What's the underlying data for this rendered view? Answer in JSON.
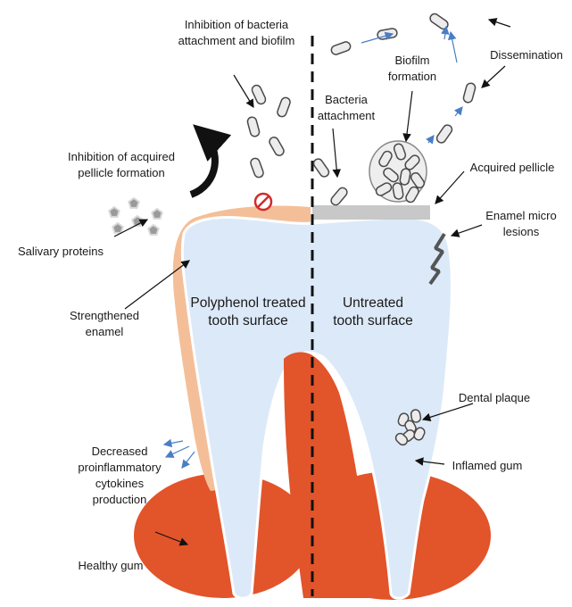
{
  "colors": {
    "tooth": "#dce9f8",
    "tooth_edge": "#ffffff",
    "enamel": "#f4bf98",
    "gum": "#e2542a",
    "pellicle": "#c8c8c8",
    "bacteria_fill": "#ececec",
    "bacteria_stroke": "#4a4a4a",
    "arrow_blue": "#4a7ec4",
    "inhibit_red": "#d22a2a",
    "divider": "#111111"
  },
  "icons": {
    "inhibition": "no-entry-icon",
    "protein": "pentagon-icon",
    "bacterium": "rod-bacterium-icon",
    "lesion": "crack-icon"
  },
  "labels": {
    "inhibition_biofilm": [
      "Inhibition of bacteria",
      "attachment and biofilm"
    ],
    "inhibition_pellicle": [
      "Inhibition of acquired",
      "pellicle formation"
    ],
    "salivary_proteins": [
      "Salivary proteins"
    ],
    "strengthened_enamel": [
      "Strengthened",
      "enamel"
    ],
    "polyphenol_surface": [
      "Polyphenol treated",
      "tooth surface"
    ],
    "untreated_surface": [
      "Untreated",
      "tooth surface"
    ],
    "decreased_cytokines": [
      "Decreased",
      "proinflammatory",
      "cytokines",
      "production"
    ],
    "healthy_gum": [
      "Healthy gum"
    ],
    "bacteria_attachment": [
      "Bacteria",
      "attachment"
    ],
    "biofilm_formation": [
      "Biofilm",
      "formation"
    ],
    "dissemination": [
      "Dissemination"
    ],
    "acquired_pellicle": [
      "Acquired pellicle"
    ],
    "enamel_lesions": [
      "Enamel micro",
      "lesions"
    ],
    "dental_plaque": [
      "Dental plaque"
    ],
    "inflamed_gum": [
      "Inflamed gum"
    ]
  }
}
